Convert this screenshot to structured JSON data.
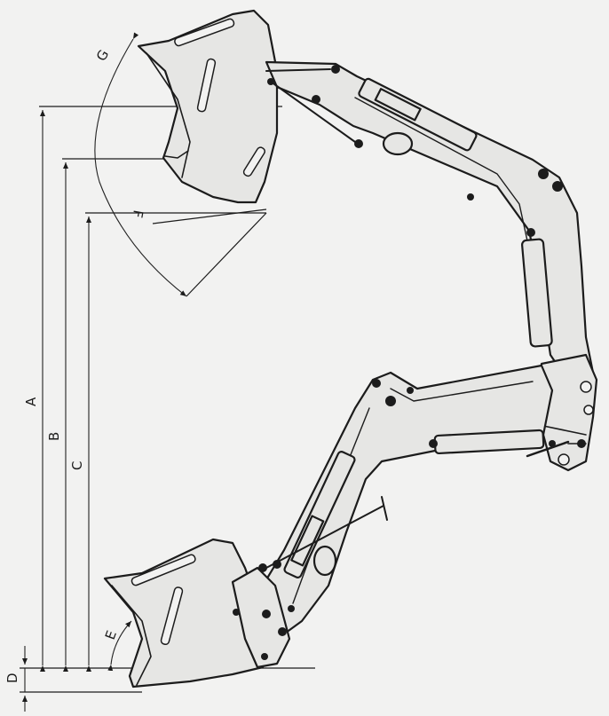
{
  "diagram": {
    "dimension_labels": {
      "A": "A",
      "B": "B",
      "C": "C",
      "D": "D",
      "E": "E",
      "F": "F",
      "G": "G"
    }
  }
}
